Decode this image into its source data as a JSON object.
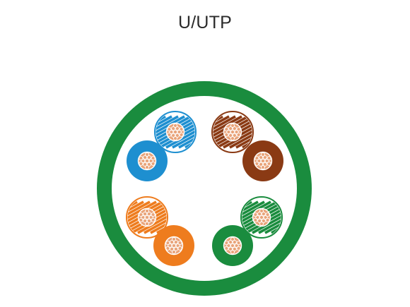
{
  "title": "U/UTP",
  "colors": {
    "jacket": "#1a8c3e",
    "jacket_inner": "#ffffff",
    "copper": "#e9a47a",
    "copper_edge": "#ffffff",
    "pairs": {
      "blue": "#1e8fd0",
      "brown": "#8a3a14",
      "orange": "#ee7c1e",
      "green": "#1a8c3e"
    }
  },
  "pairs": [
    {
      "name": "blue-pair",
      "color": "blue"
    },
    {
      "name": "brown-pair",
      "color": "brown"
    },
    {
      "name": "orange-pair",
      "color": "orange"
    },
    {
      "name": "green-pair",
      "color": "green"
    }
  ]
}
